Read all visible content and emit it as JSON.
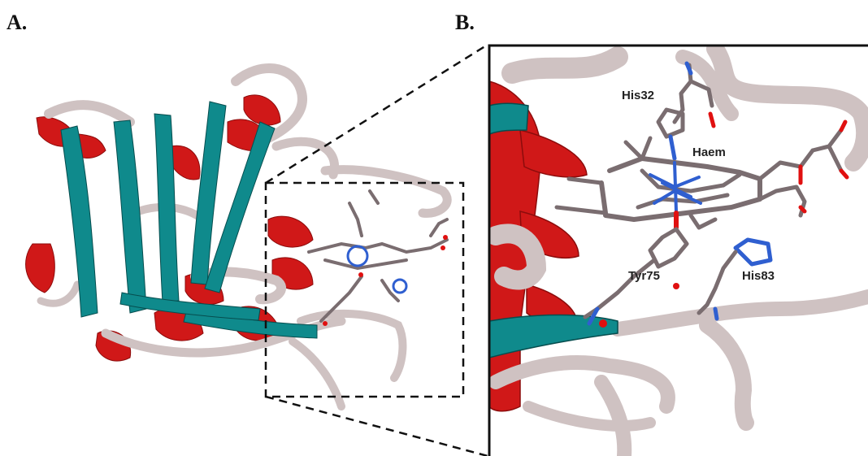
{
  "figure": {
    "panel_a_label": "A.",
    "panel_b_label": "B.",
    "residues": {
      "his32": "His32",
      "haem": "Haem",
      "tyr75": "Tyr75",
      "his83": "His83"
    },
    "colors": {
      "helix": "#d01818",
      "strand": "#0f8a8c",
      "coil": "#cfc2c2",
      "stick_carbon": "#7a6d70",
      "nitrogen": "#2f5fd0",
      "oxygen": "#e01010"
    }
  }
}
